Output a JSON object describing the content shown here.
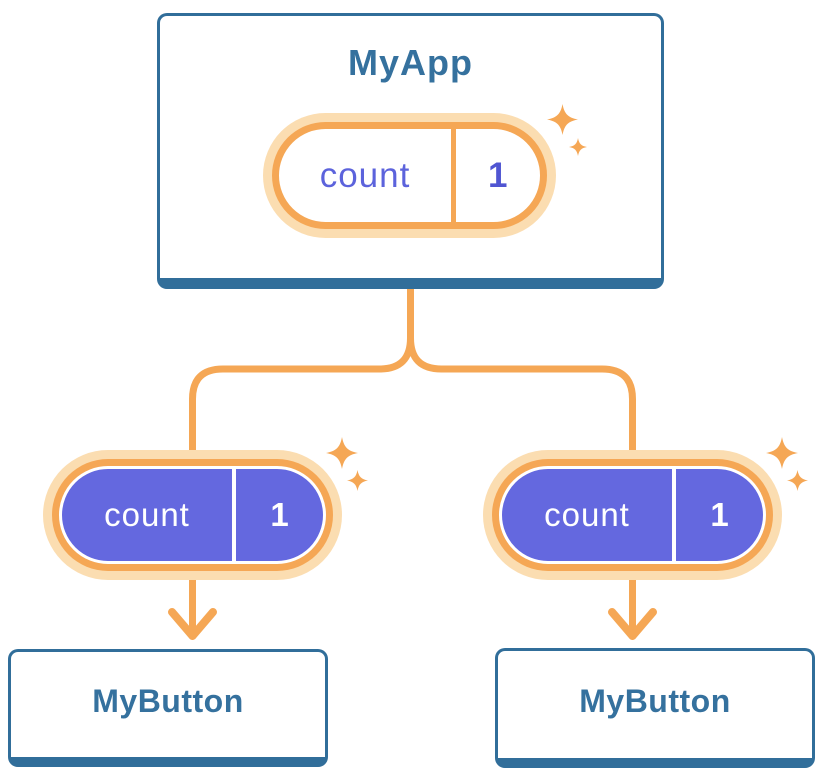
{
  "diagram": {
    "root": {
      "title": "MyApp",
      "prop": {
        "name": "count",
        "value": "1"
      }
    },
    "children": [
      {
        "title": "MyButton",
        "prop": {
          "name": "count",
          "value": "1"
        }
      },
      {
        "title": "MyButton",
        "prop": {
          "name": "count",
          "value": "1"
        }
      }
    ]
  },
  "colors": {
    "blue": "#316E9A",
    "blue-text": "#35719E",
    "orange": "#F5A755",
    "peach": "#FBDDB1",
    "purple": "#6468DF",
    "purple-text": "#5C63DC",
    "purple-value": "#5055D2",
    "white": "#FFFFFF"
  }
}
